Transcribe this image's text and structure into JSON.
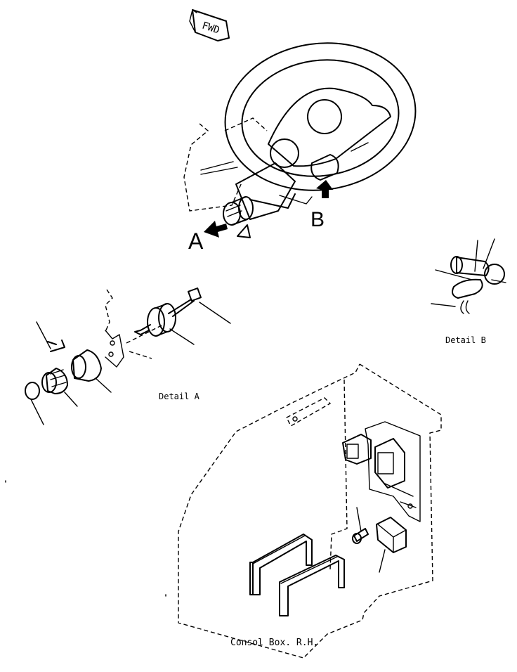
{
  "fwd_label": "FWD",
  "callout_a": "A",
  "callout_b": "B",
  "detail_a_title": "Detail A",
  "detail_b_title": "Detail B",
  "console_title": "Consol Box. R.H."
}
